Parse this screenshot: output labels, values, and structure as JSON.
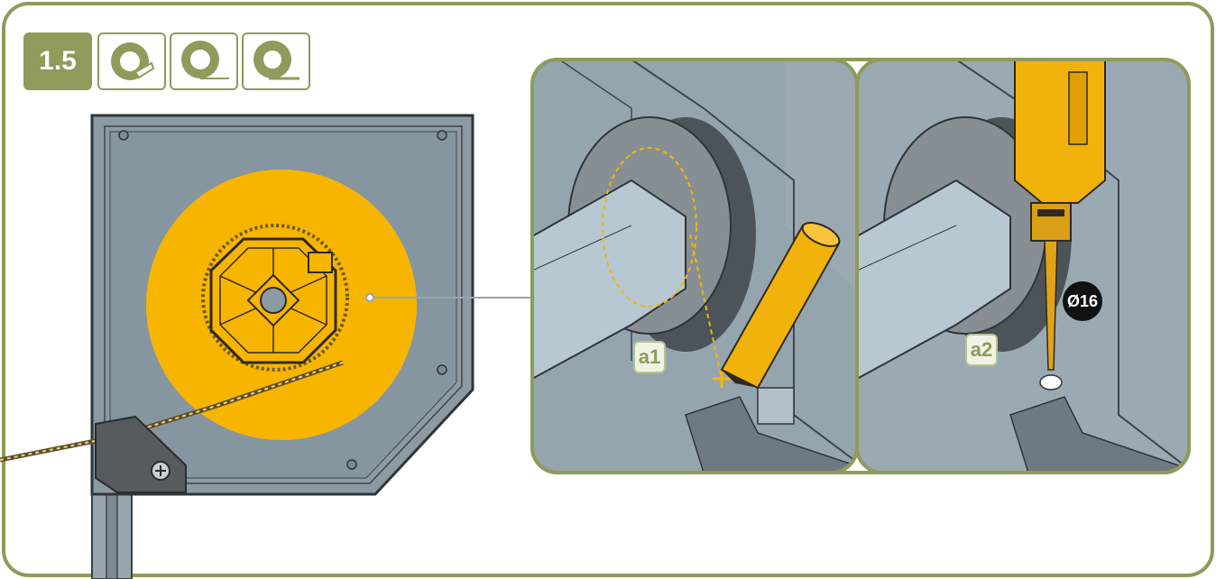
{
  "step": {
    "number": "1.5"
  },
  "tape_icons": [
    {
      "icon": "tape-roll-loose-end-icon"
    },
    {
      "icon": "tape-roll-flat-end-icon"
    },
    {
      "icon": "tape-roll-tight-end-icon"
    }
  ],
  "callouts": {
    "a1": "a1",
    "a2": "a2"
  },
  "drill_bit": {
    "label": "Ø16"
  },
  "colors": {
    "frame": "#8e9b5a",
    "housing": "#8c9aa3",
    "drum": "#f7b500",
    "shaft": "#b8c8d2",
    "tool": "#f2b20c"
  }
}
